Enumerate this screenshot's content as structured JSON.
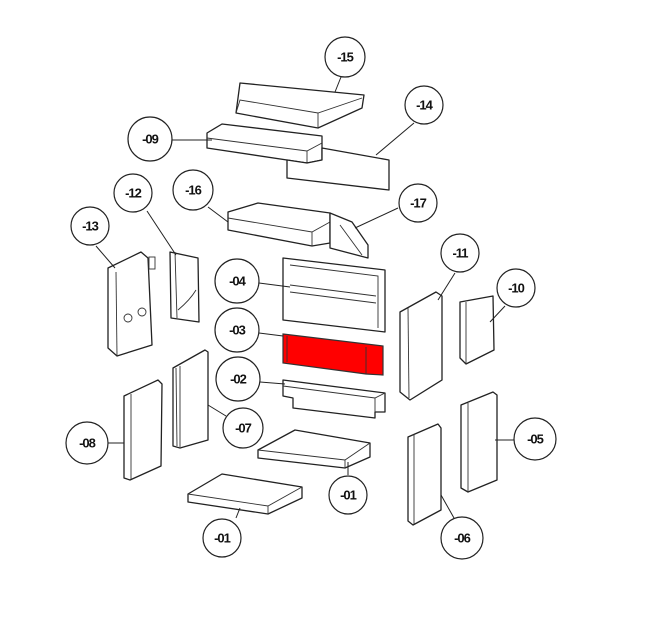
{
  "diagram": {
    "type": "exploded parts diagram",
    "highlight_color": "#ff0000",
    "highlighted_part": "-03",
    "callouts": [
      {
        "id": "p15",
        "label": "-15"
      },
      {
        "id": "p14",
        "label": "-14"
      },
      {
        "id": "p09",
        "label": "-09"
      },
      {
        "id": "p12",
        "label": "-12"
      },
      {
        "id": "p16",
        "label": "-16"
      },
      {
        "id": "p17",
        "label": "-17"
      },
      {
        "id": "p13",
        "label": "-13"
      },
      {
        "id": "p11",
        "label": "-11"
      },
      {
        "id": "p10",
        "label": "-10"
      },
      {
        "id": "p04",
        "label": "-04"
      },
      {
        "id": "p03",
        "label": "-03"
      },
      {
        "id": "p02",
        "label": "-02"
      },
      {
        "id": "p08",
        "label": "-08"
      },
      {
        "id": "p07",
        "label": "-07"
      },
      {
        "id": "p05",
        "label": "-05"
      },
      {
        "id": "p01a",
        "label": "-01"
      },
      {
        "id": "p06",
        "label": "-06"
      },
      {
        "id": "p01b",
        "label": "-01"
      }
    ]
  }
}
